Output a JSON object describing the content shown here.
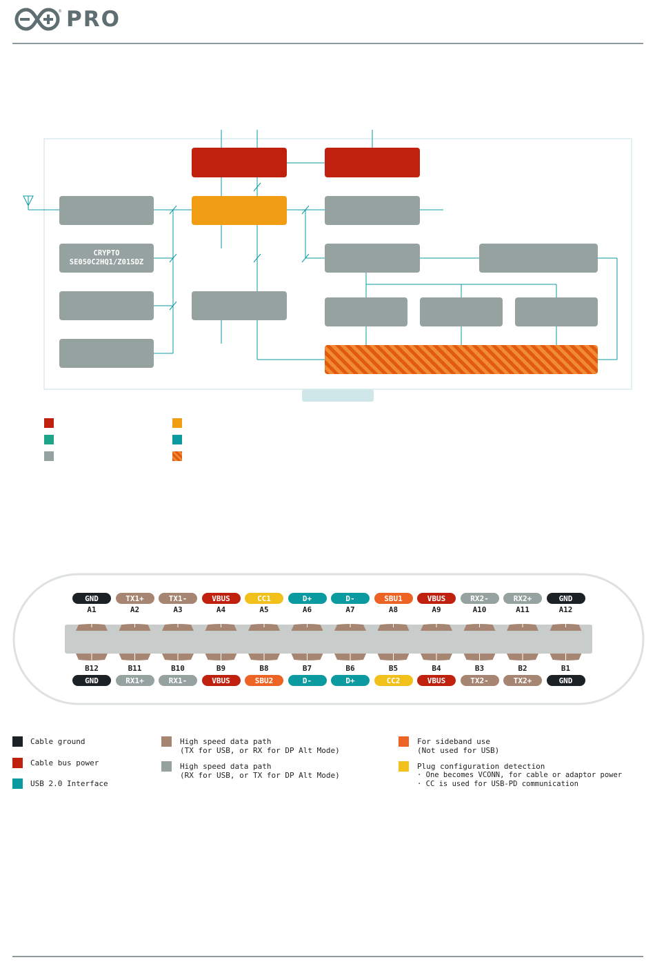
{
  "header": {
    "brand_text": "PRO"
  },
  "block_diagram": {
    "crypto_label": "CRYPTO\nSE050C2HQ1/Z01SDZ"
  },
  "legend_top": [
    {
      "color": "#c0210f"
    },
    {
      "color": "#1ea489"
    },
    {
      "color": "#95a2a0"
    },
    {
      "color": "#f19d14"
    },
    {
      "color": "#0a9aa0"
    },
    {
      "color": "#e25a10",
      "pattern": "hatch"
    }
  ],
  "usb_c": {
    "top_row": [
      {
        "signal": "GND",
        "pin": "A1",
        "color": "#1b2125"
      },
      {
        "signal": "TX1+",
        "pin": "A2",
        "color": "#a68672"
      },
      {
        "signal": "TX1-",
        "pin": "A3",
        "color": "#a68672"
      },
      {
        "signal": "VBUS",
        "pin": "A4",
        "color": "#c0210f"
      },
      {
        "signal": "CC1",
        "pin": "A5",
        "color": "#f2c01a"
      },
      {
        "signal": "D+",
        "pin": "A6",
        "color": "#0a9aa0"
      },
      {
        "signal": "D-",
        "pin": "A7",
        "color": "#0a9aa0"
      },
      {
        "signal": "SBU1",
        "pin": "A8",
        "color": "#ec6323"
      },
      {
        "signal": "VBUS",
        "pin": "A9",
        "color": "#c0210f"
      },
      {
        "signal": "RX2-",
        "pin": "A10",
        "color": "#95a2a0"
      },
      {
        "signal": "RX2+",
        "pin": "A11",
        "color": "#95a2a0"
      },
      {
        "signal": "GND",
        "pin": "A12",
        "color": "#1b2125"
      }
    ],
    "bottom_row": [
      {
        "signal": "GND",
        "pin": "B12",
        "color": "#1b2125"
      },
      {
        "signal": "RX1+",
        "pin": "B11",
        "color": "#95a2a0"
      },
      {
        "signal": "RX1-",
        "pin": "B10",
        "color": "#95a2a0"
      },
      {
        "signal": "VBUS",
        "pin": "B9",
        "color": "#c0210f"
      },
      {
        "signal": "SBU2",
        "pin": "B8",
        "color": "#ec6323"
      },
      {
        "signal": "D-",
        "pin": "B7",
        "color": "#0a9aa0"
      },
      {
        "signal": "D+",
        "pin": "B6",
        "color": "#0a9aa0"
      },
      {
        "signal": "CC2",
        "pin": "B5",
        "color": "#f2c01a"
      },
      {
        "signal": "VBUS",
        "pin": "B4",
        "color": "#c0210f"
      },
      {
        "signal": "TX2-",
        "pin": "B3",
        "color": "#a68672"
      },
      {
        "signal": "TX2+",
        "pin": "B2",
        "color": "#a68672"
      },
      {
        "signal": "GND",
        "pin": "B1",
        "color": "#1b2125"
      }
    ]
  },
  "legend_bottom": {
    "cable_ground": {
      "text": "Cable ground",
      "color": "#1b2125"
    },
    "cable_bus_power": {
      "text": "Cable bus power",
      "color": "#c0210f"
    },
    "usb2": {
      "text": "USB 2.0 Interface",
      "color": "#0a9aa0"
    },
    "hs_tx": {
      "line1": "High speed data path",
      "line2": "(TX for USB, or RX for DP Alt Mode)",
      "color": "#a68672"
    },
    "hs_rx": {
      "line1": "High speed data path",
      "line2": "(RX for USB, or TX for DP Alt Mode)",
      "color": "#95a2a0"
    },
    "sideband": {
      "line1": "For sideband use",
      "line2": "(Not used for USB)",
      "color": "#ec6323"
    },
    "plug_cfg": {
      "line1": "Plug configuration detection",
      "line2": "· One becomes VCONN, for cable or adaptor power",
      "line3": "· CC is used for USB-PD communication",
      "color": "#f2c01a"
    }
  }
}
